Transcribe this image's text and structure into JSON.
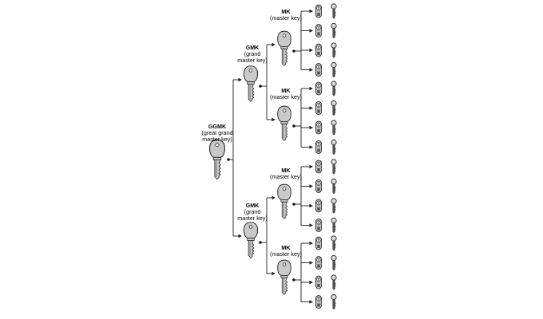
{
  "levels": {
    "ggmk": {
      "abbr": "GGMK",
      "desc": "(great grand\nmaster key)"
    },
    "gmk": {
      "abbr": "GMK",
      "desc": "(grand\nmaster key)"
    },
    "mk": {
      "abbr": "MK",
      "desc": "(master key)"
    }
  },
  "structure": {
    "gmk_count": 2,
    "mk_per_gmk": 2,
    "locks_per_mk": 4
  },
  "colors": {
    "line": "#1a1a1a",
    "key_fill": "#c9c9c9",
    "key_stroke": "#222222",
    "cylinder_fill": "#bdbdbd",
    "cylinder_dark": "#555555"
  },
  "icons": {
    "key": "key-icon",
    "cylinder": "lock-cylinder-icon",
    "change_key": "change-key-icon"
  }
}
